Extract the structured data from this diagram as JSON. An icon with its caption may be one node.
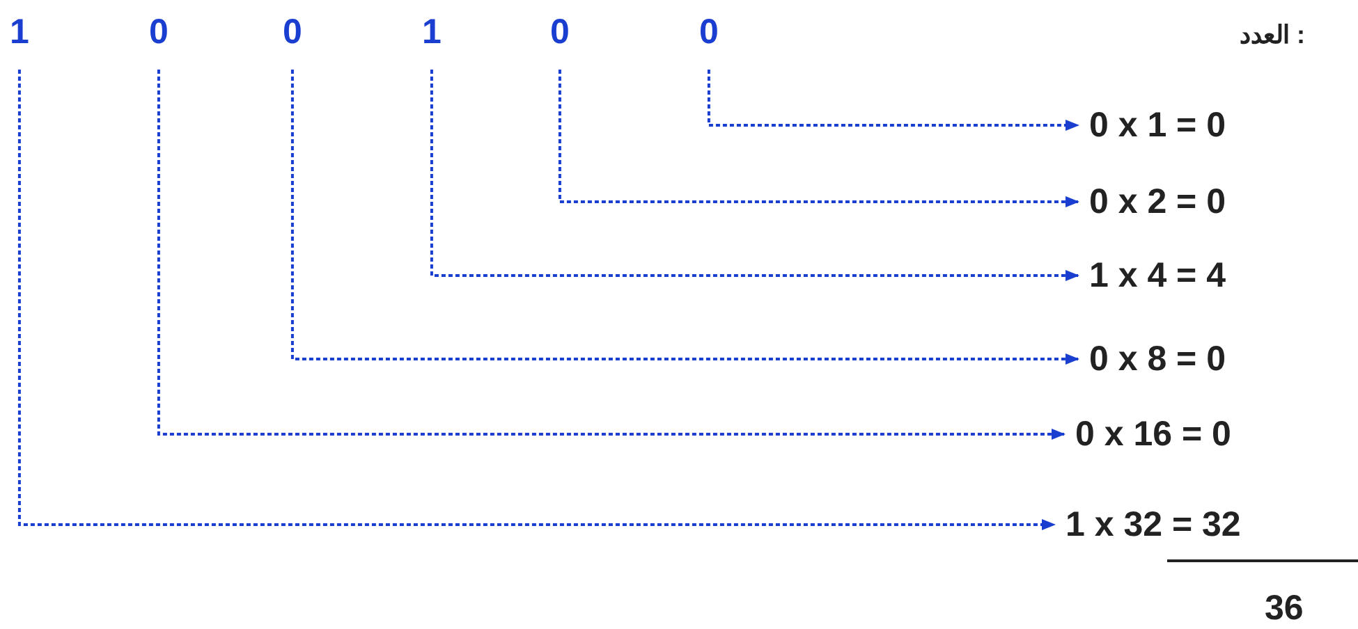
{
  "diagram": {
    "nodes": [
      {
        "text": [
          "1"
        ]
      },
      {
        "text": [
          "0"
        ]
      },
      {
        "text": [
          "0"
        ]
      },
      {
        "text": [
          "1"
        ]
      },
      {
        "text": [
          "0"
        ]
      },
      {
        "text": [
          "0"
        ]
      },
      {
        "text": [
          "0 x 1 = 0"
        ]
      },
      {
        "text": [
          "0 x 2 = 0"
        ]
      },
      {
        "text": [
          "1 x 4 = 4"
        ]
      },
      {
        "text": [
          "0 x 8 = 0"
        ]
      },
      {
        "text": [
          "0 x 16 = 0"
        ]
      },
      {
        "text": [
          "1 x 32 = 32"
        ]
      }
    ],
    "edges": [
      {
        "from": 5,
        "to": 6,
        "arrow": "to",
        "style": "dashed"
      },
      {
        "from": 4,
        "to": 7,
        "arrow": "to",
        "style": "dashed"
      },
      {
        "from": 3,
        "to": 8,
        "arrow": "to",
        "style": "dashed"
      },
      {
        "from": 2,
        "to": 9,
        "arrow": "to",
        "style": "dashed"
      },
      {
        "from": 1,
        "to": 10,
        "arrow": "to",
        "style": "dashed"
      },
      {
        "from": 0,
        "to": 11,
        "arrow": "to",
        "style": "dashed"
      }
    ],
    "labels": [
      "العدد :",
      "36"
    ]
  }
}
